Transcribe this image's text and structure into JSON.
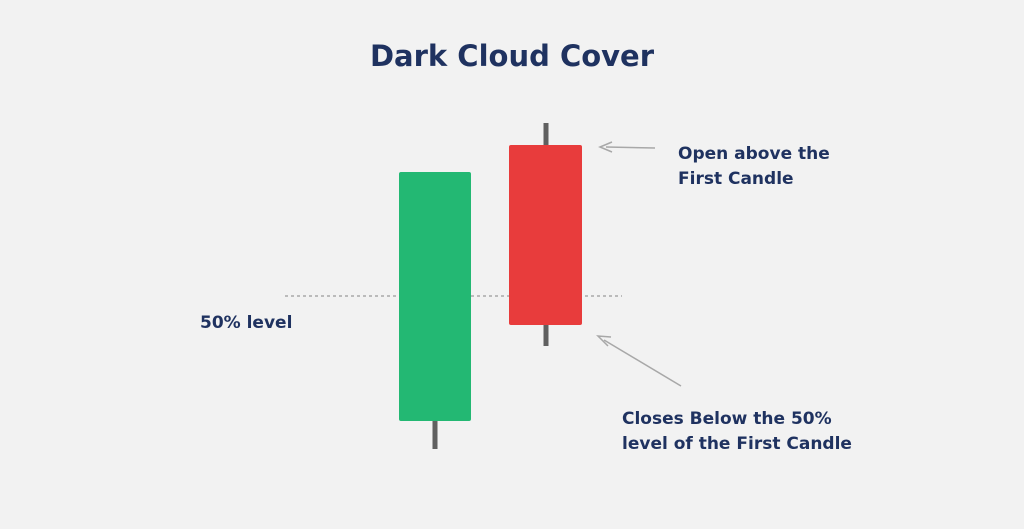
{
  "diagram": {
    "title": "Dark Cloud Cover",
    "level_label": "50% level",
    "annotations": {
      "open_above": [
        "Open above the",
        "First Candle"
      ],
      "closes_below": [
        "Closes Below the 50%",
        "level of the First Candle"
      ]
    },
    "candles": [
      {
        "name": "bullish-candle",
        "color": "#23b873",
        "direction": "up"
      },
      {
        "name": "bearish-candle",
        "color": "#e83c3c",
        "direction": "down"
      }
    ],
    "colors": {
      "text": "#1f3260",
      "wick": "#606060",
      "level_line": "#9a9a9a",
      "arrow": "#a8a8a8",
      "background": "#f2f2f2"
    }
  }
}
